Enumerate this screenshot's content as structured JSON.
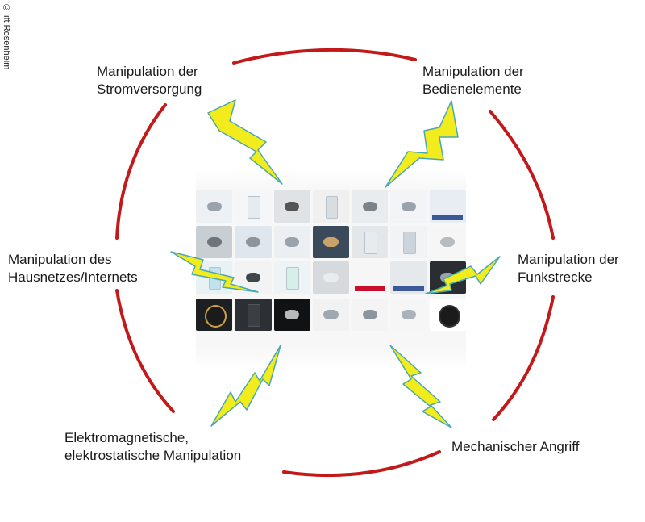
{
  "copyright": "© ift Rosenheim",
  "labels": {
    "power": "Manipulation der\nStromversorgung",
    "controls": "Manipulation der\nBedienelemente",
    "network": "Manipulation des\nHausnetzes/Internets",
    "radio": "Manipulation der\nFunkstrecke",
    "em": "Elektromagnetische,\nelektrostatische Manipulation",
    "mechanical": "Mechanischer Angriff"
  },
  "colors": {
    "ring": "#c21a1a",
    "bolt_fill": "#f3ec1c",
    "bolt_stroke": "#4aa8b0",
    "text": "#1a1a1a"
  },
  "icons": {
    "bolt": "lightning-bolt-icon",
    "center_image": "smart-lock-product-collage"
  }
}
